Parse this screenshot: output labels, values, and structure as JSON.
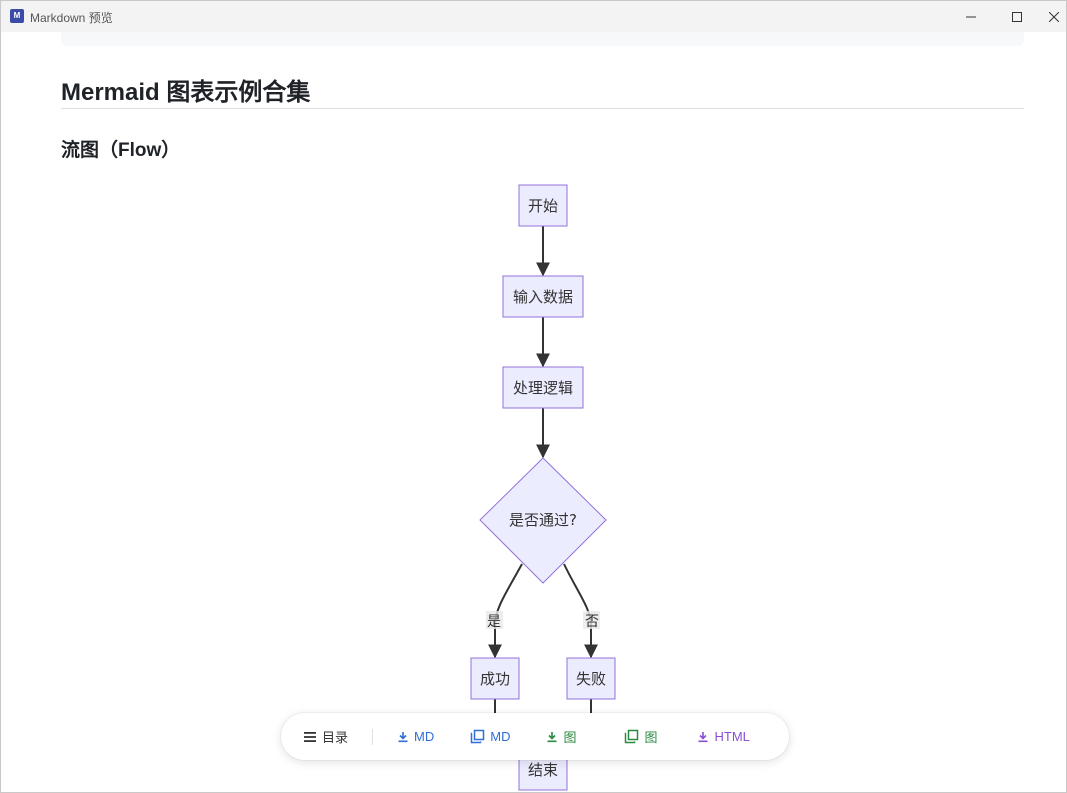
{
  "window": {
    "title": "Markdown 预览",
    "icon_label": "M"
  },
  "doc": {
    "h1": "Mermaid 图表示例合集",
    "h2": "流图（Flow）"
  },
  "flow": {
    "nodes": {
      "start": "开始",
      "input": "输入数据",
      "process": "处理逻辑",
      "decision": "是否通过?",
      "success": "成功",
      "fail": "失败",
      "end": "结束"
    },
    "edge_labels": {
      "yes": "是",
      "no": "否"
    }
  },
  "toolbar": {
    "toc": "目录",
    "download_md": "MD",
    "copy_md": "MD",
    "download_img": "图",
    "copy_img": "图",
    "download_html": "HTML"
  },
  "colors": {
    "node_fill": "#ececff",
    "node_stroke": "#9370db",
    "blue": "#2f6fd8",
    "green": "#2a8a3e",
    "purple": "#8a4fd6"
  }
}
